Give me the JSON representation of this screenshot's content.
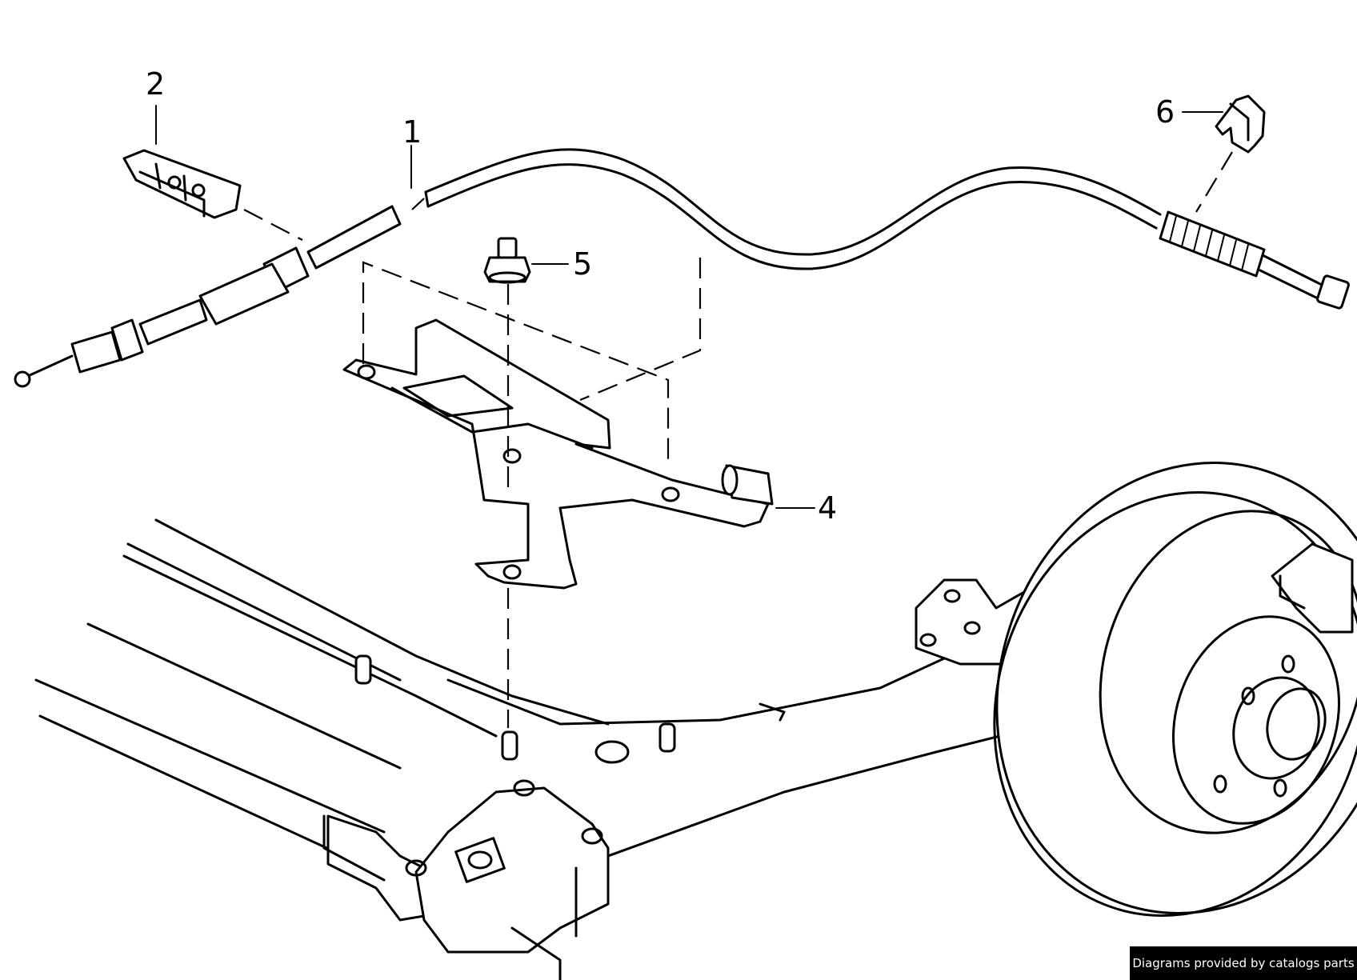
{
  "callouts": {
    "c1": "1",
    "c2": "2",
    "c4": "4",
    "c5": "5",
    "c6": "6"
  },
  "credit": "Diagrams provided by catalogs parts"
}
